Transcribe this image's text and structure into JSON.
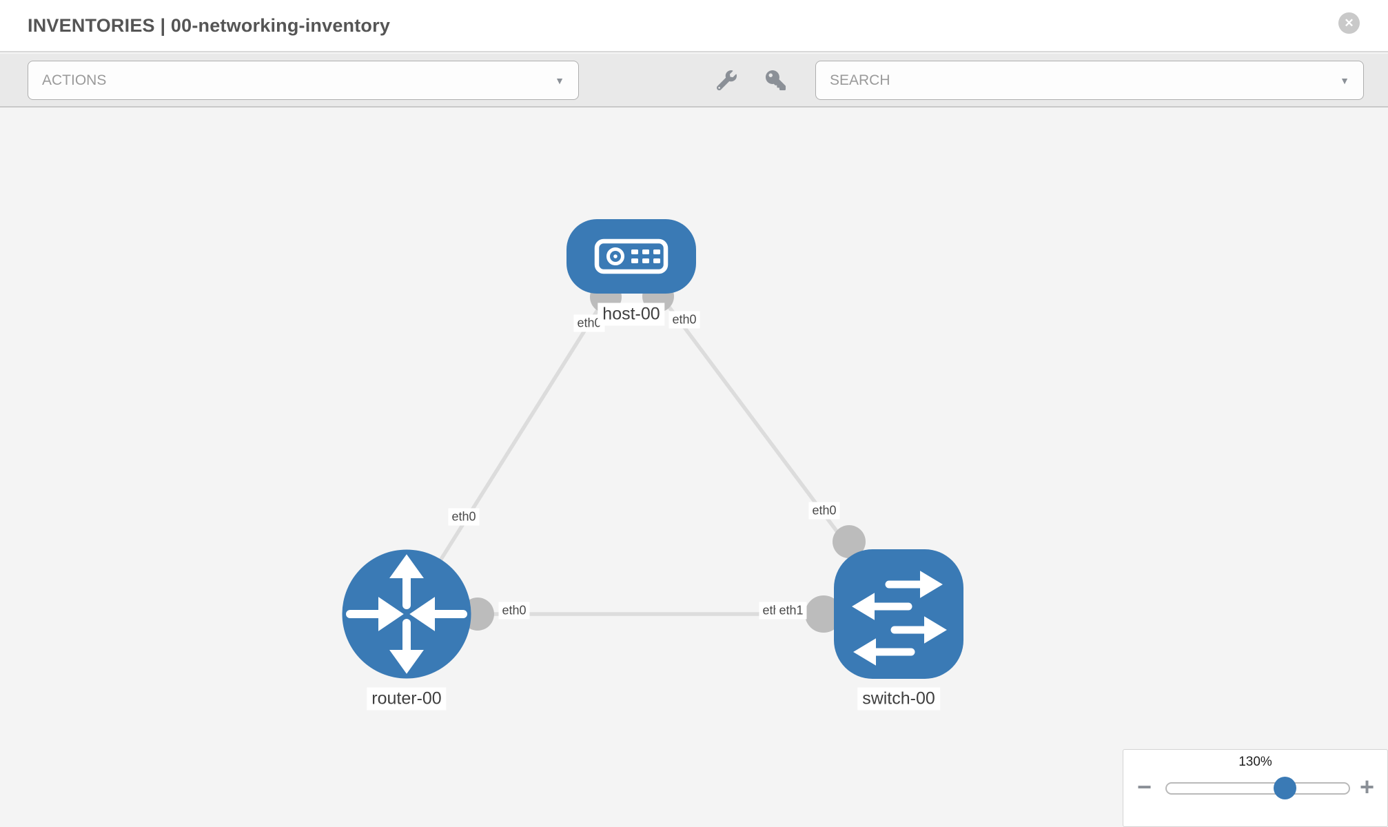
{
  "header": {
    "title": "INVENTORIES | 00-networking-inventory"
  },
  "toolbar": {
    "actions_label": "ACTIONS",
    "search_label": "SEARCH"
  },
  "icons": {
    "caret_down": "▼",
    "close": "✕",
    "minus": "−",
    "plus": "+"
  },
  "topology": {
    "nodes": [
      {
        "id": "host-00",
        "type": "host",
        "label": "host-00"
      },
      {
        "id": "router-00",
        "type": "router",
        "label": "router-00"
      },
      {
        "id": "switch-00",
        "type": "switch",
        "label": "switch-00"
      }
    ],
    "links": [
      {
        "source": "host-00",
        "target": "router-00",
        "source_interface": "eth0",
        "target_interface": "eth0"
      },
      {
        "source": "host-00",
        "target": "switch-00",
        "source_interface": "eth0",
        "target_interface": "eth0"
      },
      {
        "source": "router-00",
        "target": "switch-00",
        "source_interface": "eth0",
        "target_interface": "eth1",
        "extra_label_behind": "eth0"
      }
    ]
  },
  "zoom_control": {
    "level": "130%"
  },
  "colors": {
    "node_blue": "#3a7ab5",
    "edge_gray": "#dcdcdc",
    "interface_gray": "#bcbcbc",
    "toolbar_bg": "#e9e9e9",
    "canvas_bg": "#f4f4f4"
  }
}
